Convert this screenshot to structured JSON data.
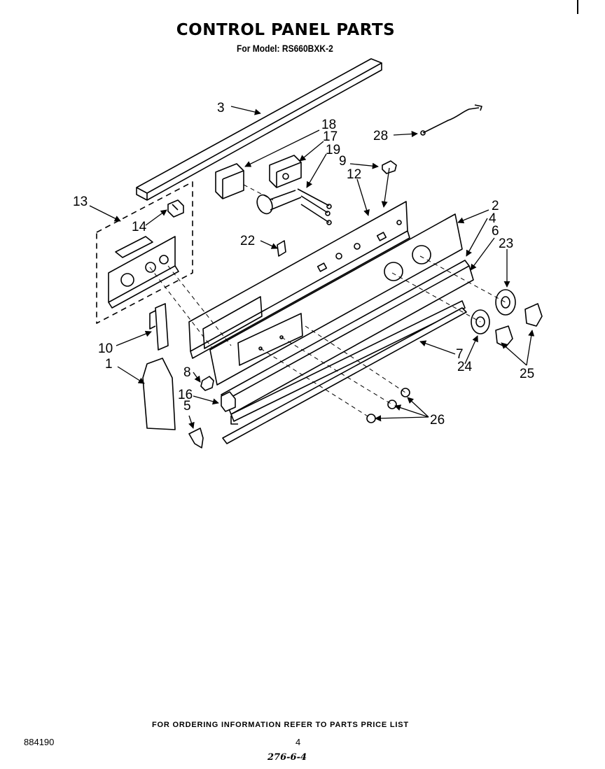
{
  "page": {
    "title": "CONTROL PANEL PARTS",
    "subtitle": "For Model: RS660BXK-2",
    "footer_note": "FOR ORDERING INFORMATION REFER TO PARTS PRICE LIST",
    "doc_number": "884190",
    "page_number": "4",
    "handwritten_note": "276-6-4"
  },
  "callouts": {
    "c1": "1",
    "c2": "2",
    "c3": "3",
    "c4": "4",
    "c5": "5",
    "c6": "6",
    "c7": "7",
    "c8": "8",
    "c9": "9",
    "c10": "10",
    "c12": "12",
    "c13": "13",
    "c14": "14",
    "c16": "16",
    "c17": "17",
    "c18": "18",
    "c19": "19",
    "c22": "22",
    "c23": "23",
    "c24": "24",
    "c25": "25",
    "c26": "26",
    "c28": "28"
  },
  "colors": {
    "ink": "#000000",
    "paper": "#ffffff"
  }
}
